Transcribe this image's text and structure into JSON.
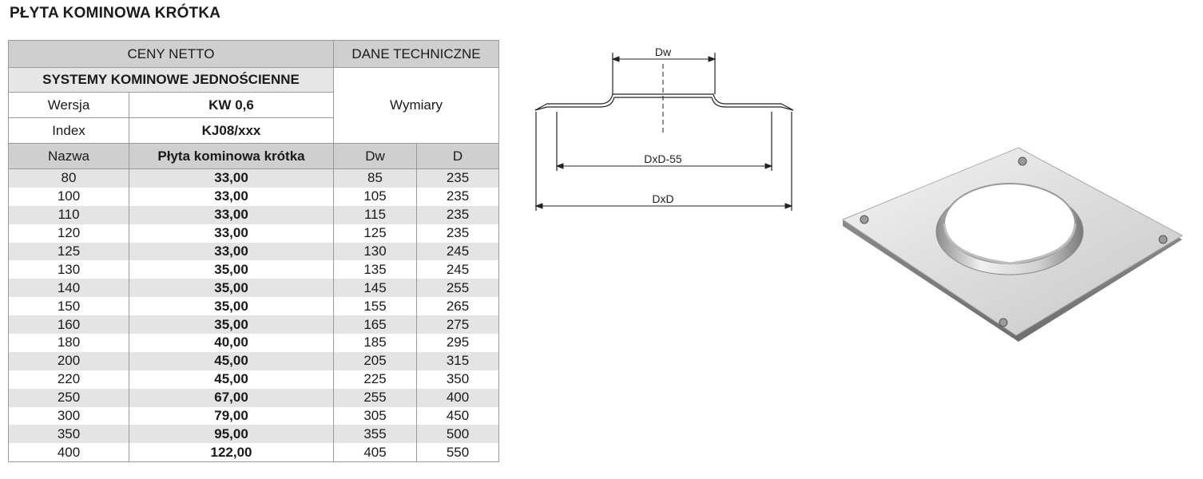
{
  "title": "PŁYTA KOMINOWA KRÓTKA",
  "table": {
    "header_left": "CENY NETTO",
    "header_right": "DANE TECHNICZNE",
    "system": "SYSTEMY KOMINOWE JEDNOŚCIENNE",
    "wymiary": "Wymiary",
    "wersja_label": "Wersja",
    "wersja_value": "KW 0,6",
    "index_label": "Index",
    "index_value": "KJ08/xxx",
    "columns": [
      "Nazwa",
      "Płyta kominowa krótka",
      "Dw",
      "D"
    ],
    "rows": [
      [
        "80",
        "33,00",
        "85",
        "235"
      ],
      [
        "100",
        "33,00",
        "105",
        "235"
      ],
      [
        "110",
        "33,00",
        "115",
        "235"
      ],
      [
        "120",
        "33,00",
        "125",
        "235"
      ],
      [
        "125",
        "33,00",
        "130",
        "245"
      ],
      [
        "130",
        "35,00",
        "135",
        "245"
      ],
      [
        "140",
        "35,00",
        "145",
        "255"
      ],
      [
        "150",
        "35,00",
        "155",
        "265"
      ],
      [
        "160",
        "35,00",
        "165",
        "275"
      ],
      [
        "180",
        "40,00",
        "185",
        "295"
      ],
      [
        "200",
        "45,00",
        "205",
        "315"
      ],
      [
        "220",
        "45,00",
        "225",
        "350"
      ],
      [
        "250",
        "67,00",
        "255",
        "400"
      ],
      [
        "300",
        "79,00",
        "305",
        "450"
      ],
      [
        "350",
        "95,00",
        "355",
        "500"
      ],
      [
        "400",
        "122,00",
        "405",
        "550"
      ]
    ]
  },
  "diagram": {
    "label_dw": "Dw",
    "label_dxd55": "DxD-55",
    "label_dxd": "DxD"
  }
}
